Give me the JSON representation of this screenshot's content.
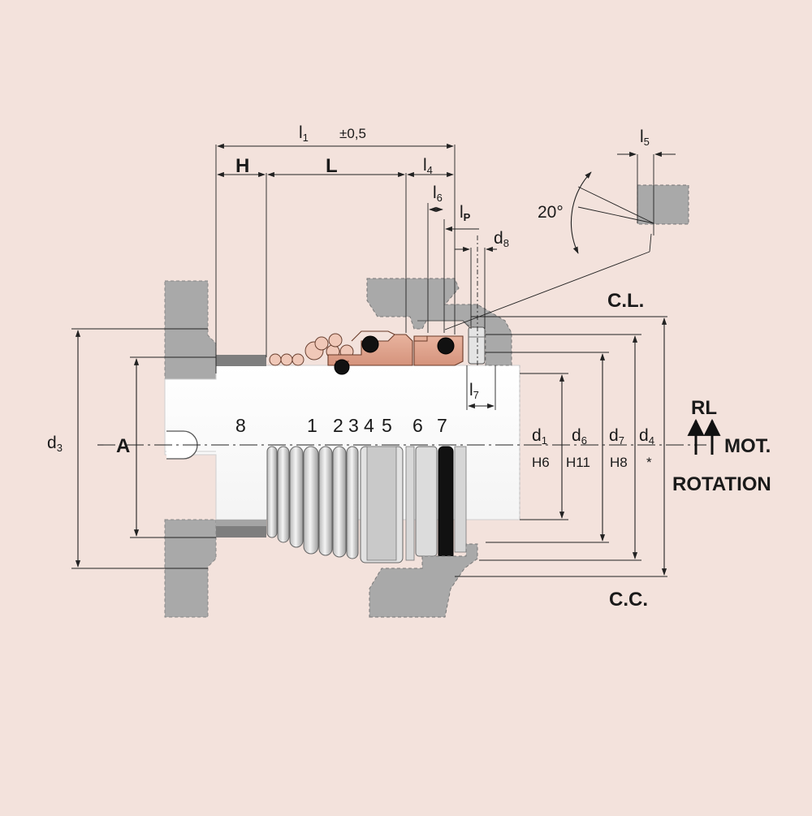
{
  "dimensions": {
    "l1": {
      "main": "l",
      "sub": "1"
    },
    "l1_tolerance": "±0,5",
    "H": "H",
    "L": "L",
    "l4": {
      "main": "l",
      "sub": "4"
    },
    "l6": {
      "main": "l",
      "sub": "6"
    },
    "lP": {
      "main": "l",
      "sub": "P"
    },
    "d8": {
      "main": "d",
      "sub": "8"
    },
    "l5": {
      "main": "l",
      "sub": "5"
    },
    "l7": {
      "main": "l",
      "sub": "7"
    },
    "angle": "20°",
    "d3": {
      "main": "d",
      "sub": "3"
    },
    "A": "A",
    "d1": {
      "main": "d",
      "sub": "1",
      "tol": "H6"
    },
    "d6": {
      "main": "d",
      "sub": "6",
      "tol": "H11"
    },
    "d7": {
      "main": "d",
      "sub": "7",
      "tol": "H8"
    },
    "d4": {
      "main": "d",
      "sub": "4",
      "tol": "*"
    }
  },
  "labels": {
    "cl": "C.L.",
    "cc": "C.C.",
    "rl": "RL",
    "mot": "MOT.",
    "rotation": "ROTATION"
  },
  "part_numbers": [
    "8",
    "1",
    "2",
    "3",
    "4",
    "5",
    "6",
    "7"
  ],
  "colors": {
    "background": "#f3e2dc",
    "housing_gray": "#a9a9a9",
    "seal_copper": "#dfa58f",
    "spring_light": "#dcdcdc",
    "shaft_white": "#ffffff",
    "oring_black": "#111111"
  }
}
